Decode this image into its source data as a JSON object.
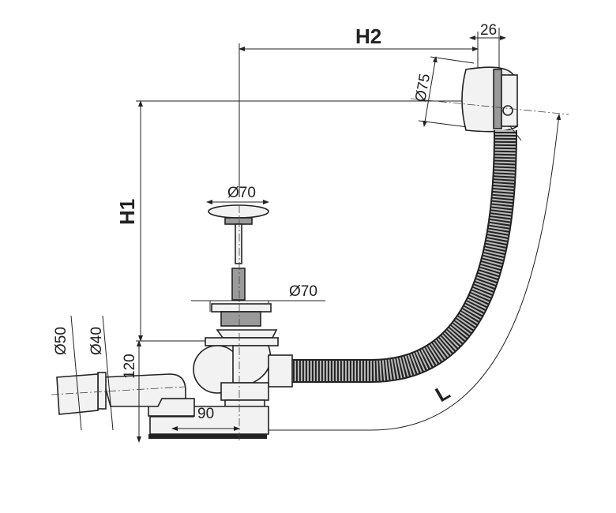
{
  "labels": {
    "h2": "H2",
    "h1": "H1",
    "overflow_depth": "26",
    "overflow_diameter": "Ø75",
    "plug_diameter": "Ø70",
    "waste_diameter": "Ø70",
    "outlet_diameter_outer": "Ø50",
    "outlet_diameter_inner": "Ø40",
    "trap_height": "120",
    "outlet_offset": "90",
    "hose_length": "L"
  }
}
